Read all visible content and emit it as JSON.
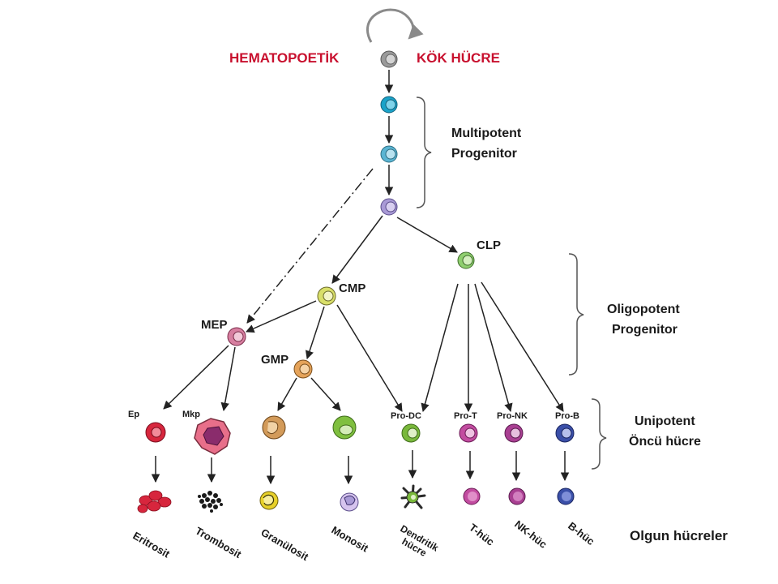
{
  "top": {
    "left_title": "HEMATOPOETİK",
    "right_title": "KÖK HÜCRE"
  },
  "stage_labels": {
    "multipotent": [
      "Multipotent",
      "Progenitor"
    ],
    "oligopotent": [
      "Oligopotent",
      "Progenitor"
    ],
    "unipotent": [
      "Unipotent",
      "Öncü hücre"
    ],
    "mature": "Olgun hücreler"
  },
  "progenitors": {
    "clp": "CLP",
    "cmp": "CMP",
    "mep": "MEP",
    "gmp": "GMP"
  },
  "precursors": {
    "ep": "Ep",
    "mkp": "Mkp",
    "pro_dc": "Pro-DC",
    "pro_t": "Pro-T",
    "pro_nk": "Pro-NK",
    "pro_b": "Pro-B"
  },
  "mature_cells": {
    "eritrosit": "Eritrosit",
    "trombosit": "Trombosit",
    "granulosit": "Granülosit",
    "monosit": "Monosit",
    "dendritik_1": "Dendritik",
    "dendritik_2": "hücre",
    "t": "T-hüc",
    "nk": "NK-hüc",
    "b": "B-hüc"
  },
  "colors": {
    "title_red": "#c8102e",
    "arrow": "#222222",
    "stem": "#8a8a8a",
    "lt_blue": "#1aa3c9",
    "st_blue": "#5bb5d3",
    "mpp_lavender": "#a99ad6",
    "clp_green": "#8fcf6f",
    "cmp_yellow": "#d9df6a",
    "mep_pink": "#d77fa0",
    "gmp_orange": "#e5a35a",
    "ep_red": "#d7263d",
    "mkp_pink": "#e86f8a",
    "mkp_purple": "#8a2c6c",
    "granulocyte_tan": "#d39b5a",
    "monocyte_green": "#7fbf3f",
    "dc_green": "#79b83b",
    "t_magenta": "#c24ca0",
    "nk_magenta": "#a93f92",
    "b_blue": "#3a4fa8"
  }
}
